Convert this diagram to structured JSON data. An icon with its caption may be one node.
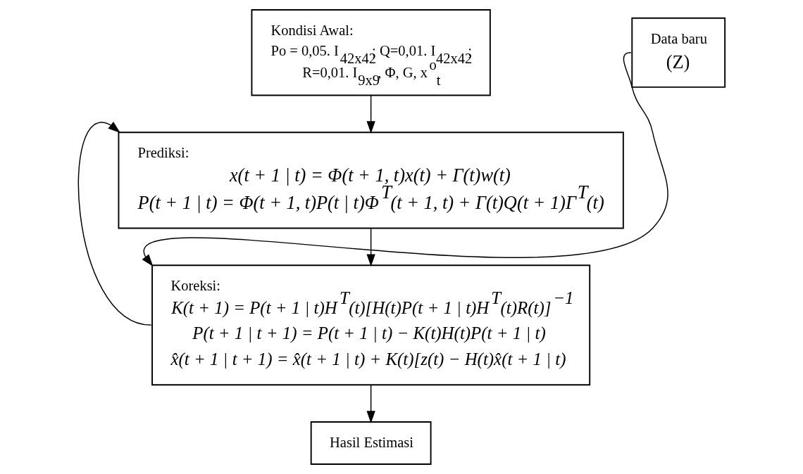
{
  "diagram": {
    "nodes": [
      {
        "text": [
          "Kondisi Awal:",
          "Po = 0,05. I$_{42x42}$; Q=0,01. I$_{42x42}$;",
          "R=0,01. I$_{9x9}$, Φ, G, x$^{o}$$_{t}$"
        ]
      },
      {
        "text": [
          "Prediksi:",
          "x(t + 1 | t) = Φ(t + 1, t)x(t) + Γ(t)w(t)",
          "P(t + 1 | t) = Φ(t + 1, t)P(t | t)Φ$^{T}$(t + 1, t) + Γ(t)Q(t + 1)Γ$^{T}$(t)"
        ]
      },
      {
        "text": [
          "Koreksi:",
          "K(t + 1) = P(t + 1 | t)H$^{T}$(t)[H(t)P(t + 1 | t)H$^{T}$(t)R(t)]$^{−1}$",
          "P(t + 1 | t + 1) = P(t + 1 | t) − K(t)H(t)P(t + 1 | t)",
          "x̂(t + 1 | t + 1) = x̂(t + 1 | t) + K(t)[z(t) − H(t)x̂(t + 1 | t)"
        ]
      },
      {
        "text": [
          "Data baru",
          "(Z)"
        ]
      },
      {
        "text": [
          "Hasil Estimasi"
        ]
      }
    ],
    "edges": [
      {
        "from": 0,
        "to": 1,
        "arrow": "to"
      },
      {
        "from": 2,
        "to": 1,
        "arrow": "to"
      },
      {
        "from": 1,
        "to": 2,
        "arrow": "to"
      },
      {
        "from": 3,
        "to": 2,
        "arrow": "to"
      },
      {
        "from": 2,
        "to": 4,
        "arrow": "to"
      }
    ]
  }
}
